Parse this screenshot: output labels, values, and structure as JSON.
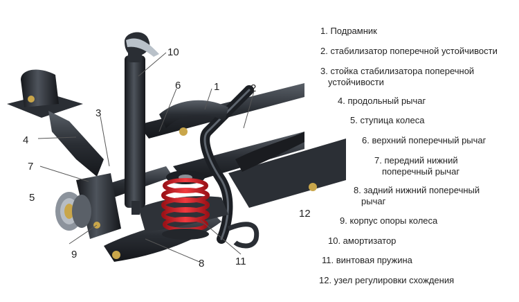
{
  "callout_numbers": [
    "1",
    "2",
    "3",
    "4",
    "5",
    "6",
    "7",
    "8",
    "9",
    "10",
    "11",
    "12"
  ],
  "legend": [
    {
      "lines": [
        "1. Подрамник"
      ]
    },
    {
      "lines": [
        "2. стабилизатор поперечной устойчивости"
      ]
    },
    {
      "lines": [
        "3. стойка стабилизатора поперечной",
        "устойчивости"
      ]
    },
    {
      "lines": [
        "4. продольный рычаг"
      ]
    },
    {
      "lines": [
        "5. ступица колеса"
      ]
    },
    {
      "lines": [
        "6. верхний поперечный рычаг"
      ]
    },
    {
      "lines": [
        "7. передний нижний",
        "поперечный  рычаг"
      ]
    },
    {
      "lines": [
        "8. задний нижний поперечный",
        "рычаг"
      ]
    },
    {
      "lines": [
        "9. корпус опоры колеса"
      ]
    },
    {
      "lines": [
        "10. амортизатор"
      ]
    },
    {
      "lines": [
        "11. винтовая пружина"
      ]
    },
    {
      "lines": [
        "12. узел регулировки схождения"
      ]
    }
  ],
  "colors": {
    "metal_dark": "#1e2126",
    "metal_mid": "#3a3f46",
    "spring": "#d8262b",
    "bolt": "#c9a64a",
    "label_line": "#555555"
  }
}
